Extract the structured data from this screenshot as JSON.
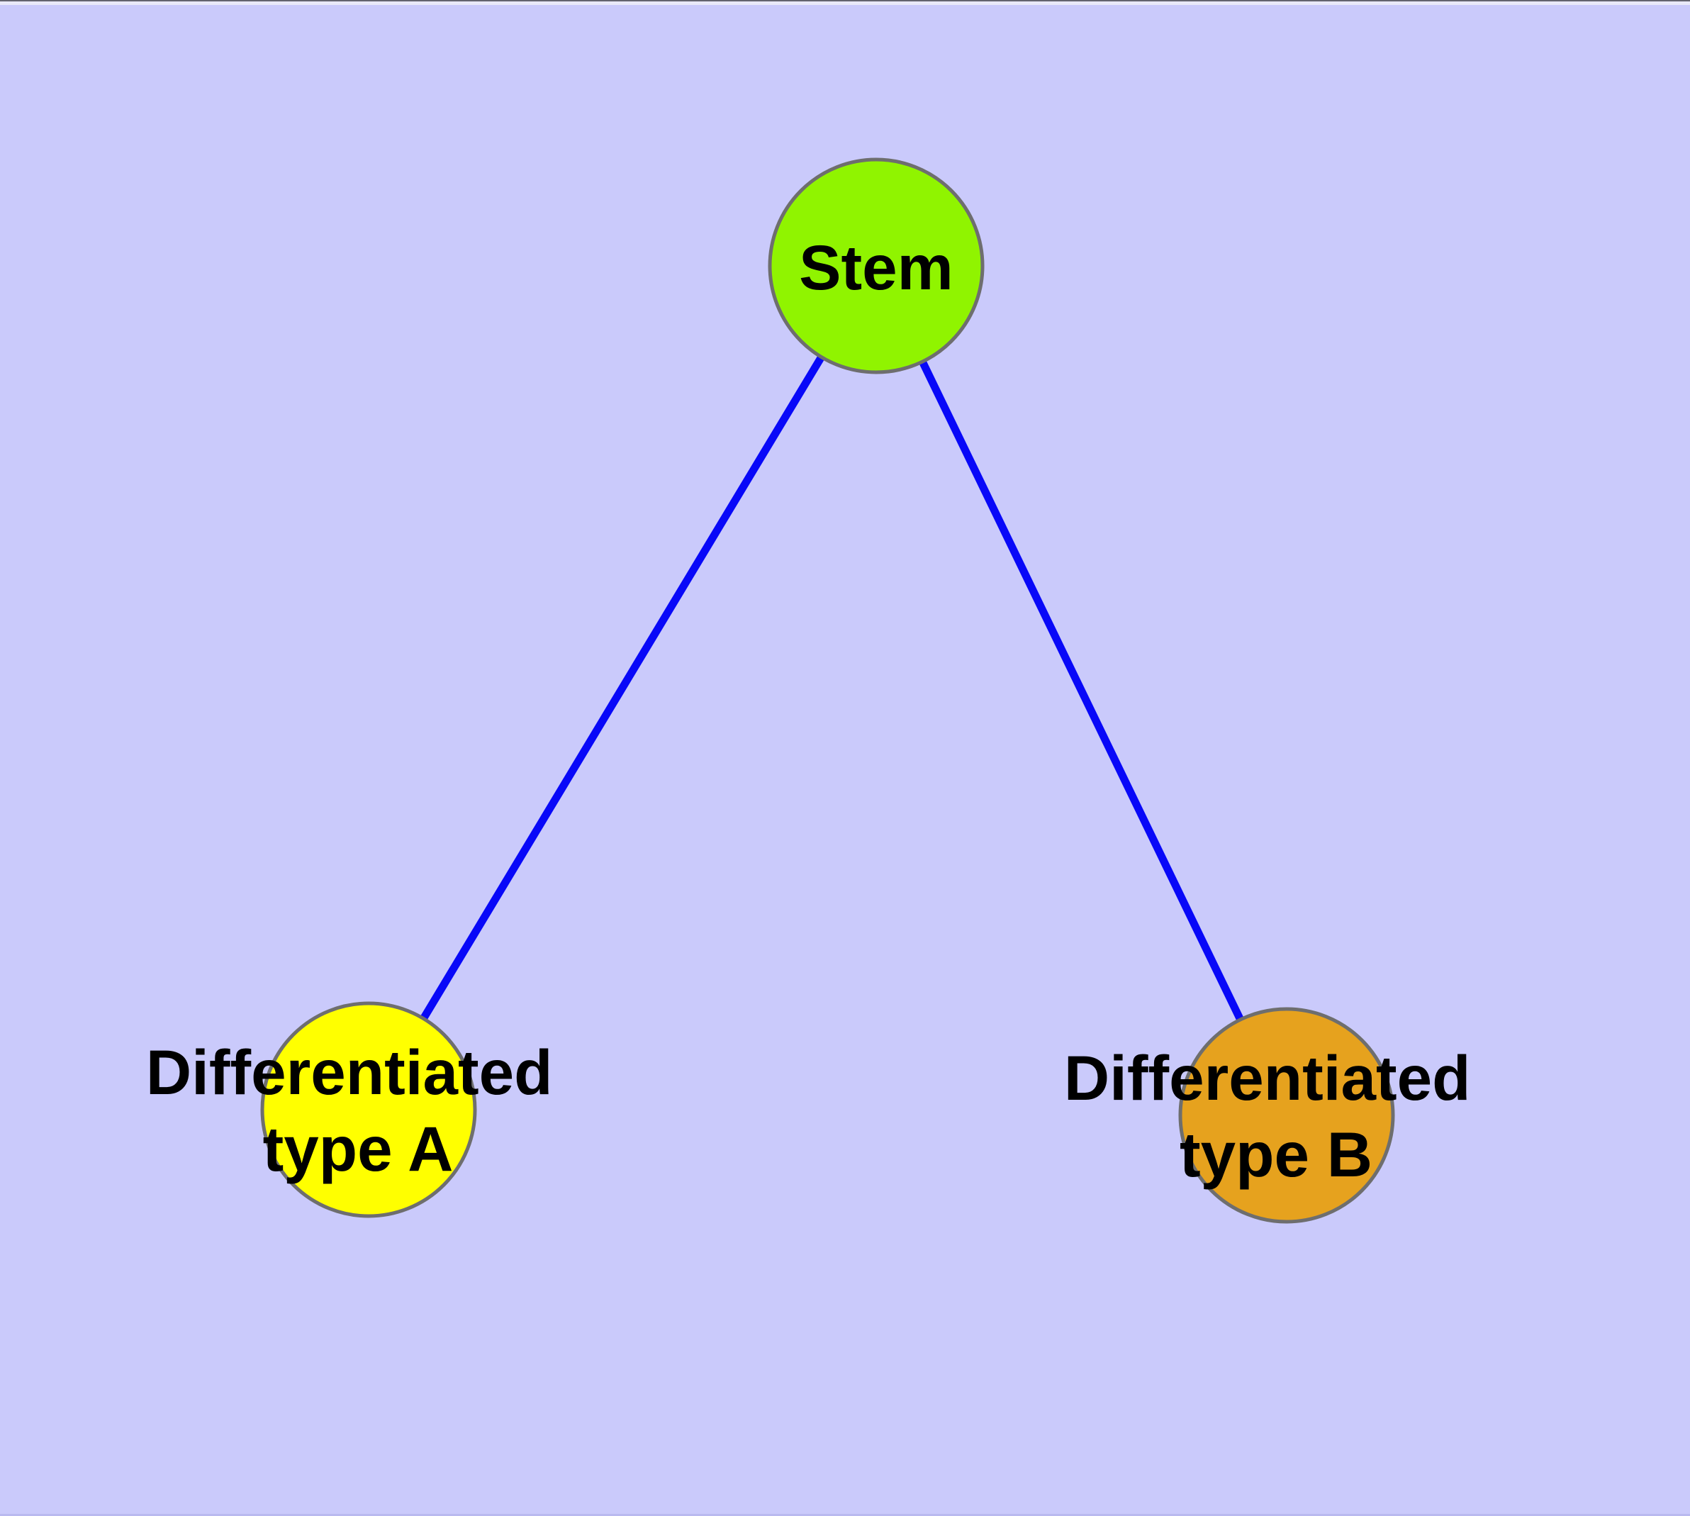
{
  "figure": {
    "type": "node-link-graph",
    "description": "Stem cell differentiation tree: one stem node with two differentiated child types",
    "background_color": "#cacafb",
    "edge_color": "#0808f8",
    "node_border_color": "#6e6e6e",
    "label_color": "#000000"
  },
  "graph": {
    "nodes": [
      {
        "id": "stem",
        "label": "Stem",
        "color": "#90f400"
      },
      {
        "id": "differentiated-a",
        "label_line1": "Differentiated",
        "label_line2": "type A",
        "color": "#ffff00"
      },
      {
        "id": "differentiated-b",
        "label_line1": "Differentiated",
        "label_line2": "type B",
        "color": "#e6a21e"
      }
    ],
    "edges": [
      {
        "from": "stem",
        "to": "differentiated-a"
      },
      {
        "from": "stem",
        "to": "differentiated-b"
      }
    ]
  }
}
